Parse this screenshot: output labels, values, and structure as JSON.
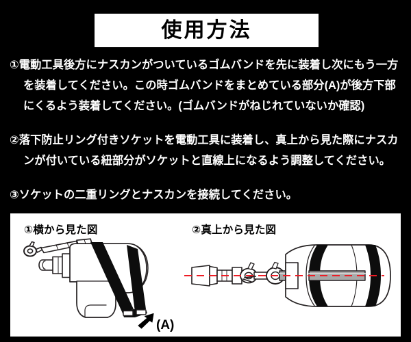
{
  "header": {
    "title": "使用方法"
  },
  "instructions": [
    {
      "id": "step-1",
      "text": "①電動工具後方にナスカンがついているゴムバンドを先に装着し次にもう一方を装着してください。この時ゴムバンドをまとめている部分(A)が後方下部にくるよう装着してください。(ゴムバンドがねじれていないか確認)"
    },
    {
      "id": "step-2",
      "text": "②落下防止リング付きソケットを電動工具に装着し、真上から見た際にナスカンが付いている紐部分がソケットと直線上になるよう調整してください。"
    },
    {
      "id": "step-3",
      "text": "③ソケットの二重リングとナスカンを接続してください。"
    }
  ],
  "figures": {
    "left": {
      "label": "①横から見た図",
      "callout": "(A)"
    },
    "right": {
      "label": "②真上から見た図"
    }
  },
  "colors": {
    "background": "#000000",
    "panel": "#ffffff",
    "text_on_dark": "#ffffff",
    "text_on_light": "#000000",
    "band": "#0d0d0d",
    "centerline": "#ee1c25",
    "outline": "#231f20",
    "strap_gray": "#a8a8a8"
  }
}
